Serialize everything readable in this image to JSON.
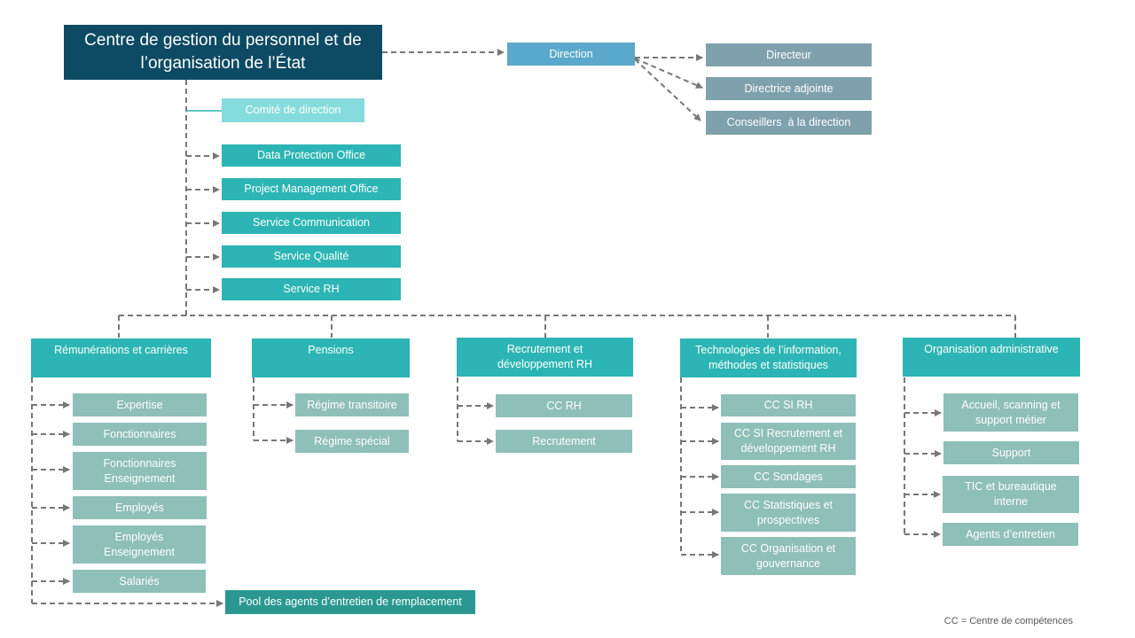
{
  "title": "Centre de gestion du personnel et de l’organisation de l’État",
  "direction": {
    "label": "Direction",
    "members": [
      "Directeur",
      "Directrice adjointe",
      "Conseillers  à la direction"
    ]
  },
  "comite": "Comité de direction",
  "staff_services": [
    "Data Protection Office",
    "Project Management Office",
    "Service Communication",
    "Service Qualité",
    "Service RH"
  ],
  "divisions": [
    {
      "label": "Rémunérations et carrières",
      "units": [
        "Expertise",
        "Fonctionnaires",
        "Fonctionnaires Enseignement",
        "Employés",
        "Employés Enseignement",
        "Salariés"
      ]
    },
    {
      "label": "Pensions",
      "units": [
        "Régime transitoire",
        "Régime spécial"
      ]
    },
    {
      "label": "Recrutement et développement RH",
      "units": [
        "CC RH",
        "Recrutement"
      ]
    },
    {
      "label": "Technologies de l’information, méthodes et statistiques",
      "units": [
        "CC SI RH",
        "CC SI Recrutement et développement RH",
        "CC Sondages",
        "CC Statistiques et prospectives",
        "CC Organisation et gouvernance"
      ]
    },
    {
      "label": "Organisation administrative",
      "units": [
        "Accueil, scanning et support métier",
        "Support",
        "TIC et bureautique interne",
        "Agents d’entretien"
      ]
    }
  ],
  "pool": "Pool des agents d’entretien de remplacement",
  "legend": "CC = Centre de compétences",
  "colors": {
    "main": "#0d4a63",
    "direction": "#5aa8cb",
    "direction_members": "#7fa1ad",
    "comite": "#86dbdc",
    "services": "#2cb5b4",
    "units": "#8ebfb9",
    "pool": "#2a9891",
    "connector": "#777777"
  }
}
